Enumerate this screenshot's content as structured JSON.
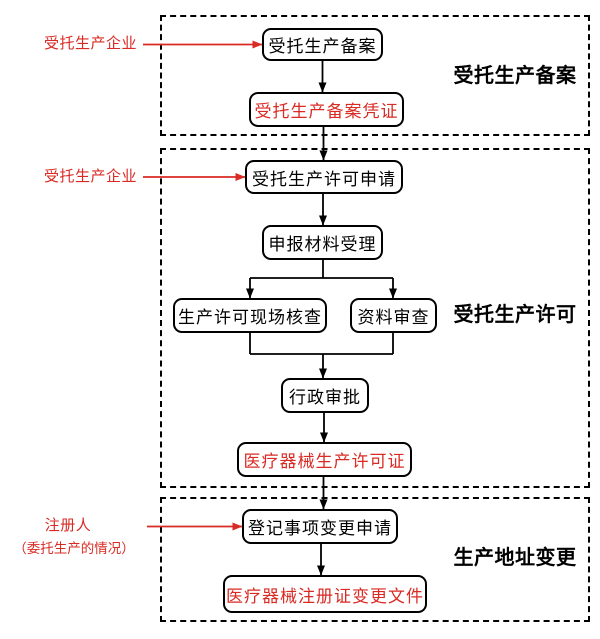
{
  "colors": {
    "red": "#d92a23",
    "black": "#000000",
    "background": "#ffffff"
  },
  "sections": [
    {
      "title": "受托生产备案"
    },
    {
      "title": "受托生产许可"
    },
    {
      "title": "生产地址变更"
    }
  ],
  "side_labels": {
    "filing_actor": "受托生产企业",
    "license_actor": "受托生产企业",
    "change_actor": "注册人",
    "change_actor_note": "（委托生产的情况）"
  },
  "nodes": {
    "filing_application": "受托生产备案",
    "filing_certificate": "受托生产备案凭证",
    "license_application": "受托生产许可申请",
    "material_acceptance": "申报材料受理",
    "onsite_inspection": "生产许可现场核查",
    "document_review": "资料审查",
    "administrative_approval": "行政审批",
    "production_license": "医疗器械生产许可证",
    "change_application": "登记事项变更申请",
    "change_document": "医疗器械注册证变更文件"
  }
}
